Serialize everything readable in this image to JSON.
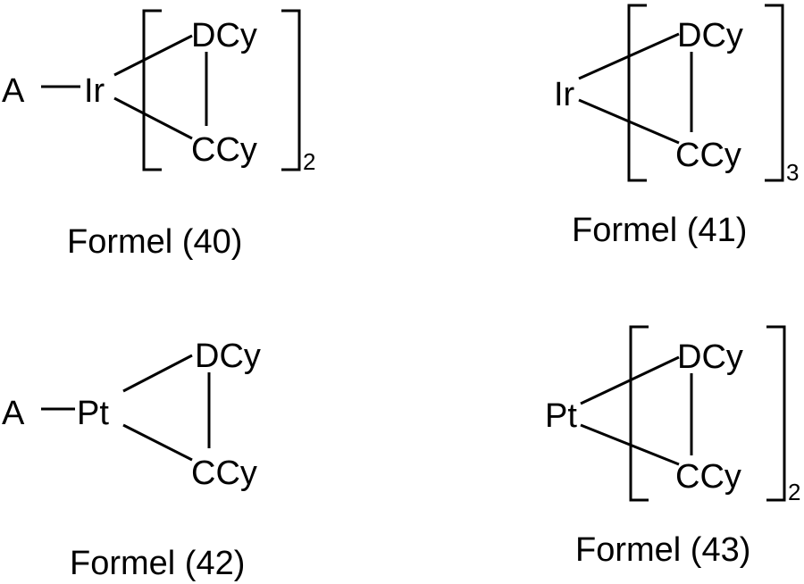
{
  "formulas": [
    {
      "caption": "Formel (40)",
      "ligand": "A",
      "metal": "Ir",
      "donor_top": "DCy",
      "donor_bottom": "CCy",
      "multiplier": "2"
    },
    {
      "caption": "Formel (41)",
      "metal": "Ir",
      "donor_top": "DCy",
      "donor_bottom": "CCy",
      "multiplier": "3"
    },
    {
      "caption": "Formel (42)",
      "ligand": "A",
      "metal": "Pt",
      "donor_top": "DCy",
      "donor_bottom": "CCy"
    },
    {
      "caption": "Formel (43)",
      "metal": "Pt",
      "donor_top": "DCy",
      "donor_bottom": "CCy",
      "multiplier": "2"
    }
  ]
}
